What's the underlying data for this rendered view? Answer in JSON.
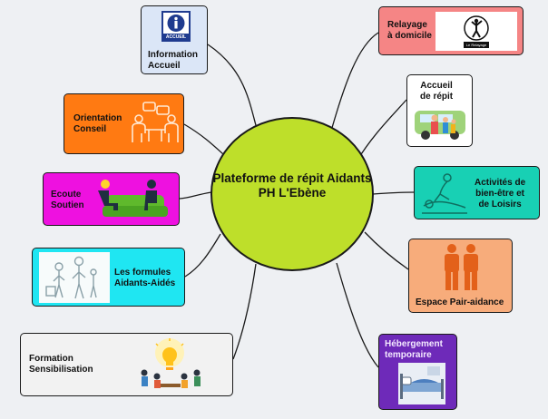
{
  "center": {
    "label": "Plateforme de répit\nAidants PH\nL'Ebène",
    "color": "#bedf2a"
  },
  "nodes": [
    {
      "id": "information-accueil",
      "label": "Information\nAccueil",
      "color": "#dbe6f7",
      "icon": "info-icon",
      "icon_text": "ACCUEIL"
    },
    {
      "id": "orientation-conseil",
      "label": "Orientation\nConseil",
      "color": "#ff7a12",
      "icon": "meeting-icon"
    },
    {
      "id": "ecoute-soutien",
      "label": "Ecoute\nSoutien",
      "color": "#ee11e0",
      "icon": "listening-icon"
    },
    {
      "id": "formules-aidants-aides",
      "label": "Les formules\nAidants-Aidés",
      "color": "#1fe6f2",
      "icon": "family-walk-icon"
    },
    {
      "id": "formation-sensibilisation",
      "label": "Formation\nSensibilisation",
      "color": "#f2f2f2",
      "icon": "training-icon"
    },
    {
      "id": "relayage-domicile",
      "label": "Relayage\nà domicile",
      "color": "#f58585",
      "icon": "relayage-logo-icon",
      "icon_text": "Le Relayage"
    },
    {
      "id": "accueil-repit",
      "label": "Accueil\nde répit",
      "color": "#ffffff",
      "icon": "van-icon"
    },
    {
      "id": "activites-bien-etre",
      "label": "Activités de\nbien-être et\nde Loisirs",
      "color": "#18d0b4",
      "icon": "massage-icon"
    },
    {
      "id": "espace-pair-aidance",
      "label": "Espace Pair-aidance",
      "color": "#f7ac7b",
      "icon": "peers-icon"
    },
    {
      "id": "hebergement-temporaire",
      "label": "Hébergement\ntemporaire",
      "color": "#6e2ab9",
      "icon": "bed-icon"
    }
  ]
}
